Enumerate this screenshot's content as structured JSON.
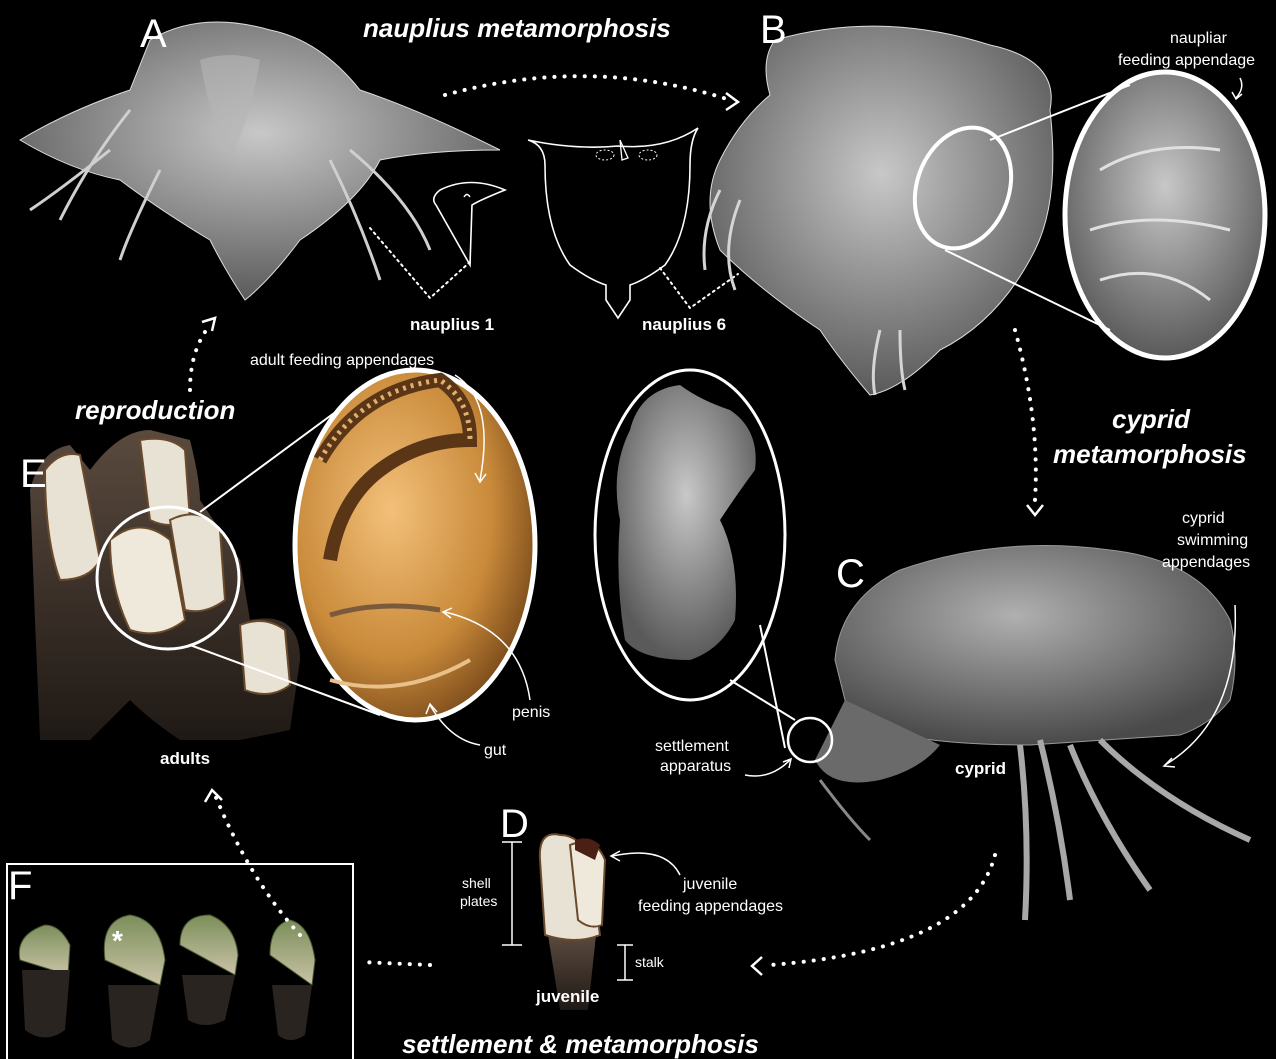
{
  "panels": {
    "a": "A",
    "b": "B",
    "c": "C",
    "d": "D",
    "e": "E",
    "f": "F"
  },
  "titles": {
    "nauplius": "nauplius metamorphosis",
    "cyprid_line1": "cyprid",
    "cyprid_line2": "metamorphosis",
    "reproduction": "reproduction",
    "settlement": "settlement & metamorphosis"
  },
  "labels": {
    "nauplius1": "nauplius 1",
    "nauplius6": "nauplius 6",
    "naupliar_line1": "naupliar",
    "naupliar_line2": "feeding appendage",
    "adult_feeding": "adult feeding appendages",
    "penis": "penis",
    "gut": "gut",
    "adults": "adults",
    "cyprid_swim_line1": "cyprid",
    "cyprid_swim_line2": "swimming",
    "cyprid_swim_line3": "appendages",
    "settlement_line1": "settlement",
    "settlement_line2": "apparatus",
    "cyprid": "cyprid",
    "shell_line1": "shell",
    "shell_line2": "plates",
    "juvenile_feed_line1": "juvenile",
    "juvenile_feed_line2": "feeding appendages",
    "stalk": "stalk",
    "juvenile": "juvenile",
    "asterisk": "*"
  },
  "colors": {
    "background": "#000000",
    "sem_gray": "#9a9a9a",
    "shell_white": "#e8e2d4",
    "stalk_dark": "#3a2e26",
    "amber": "#c98a3a"
  }
}
